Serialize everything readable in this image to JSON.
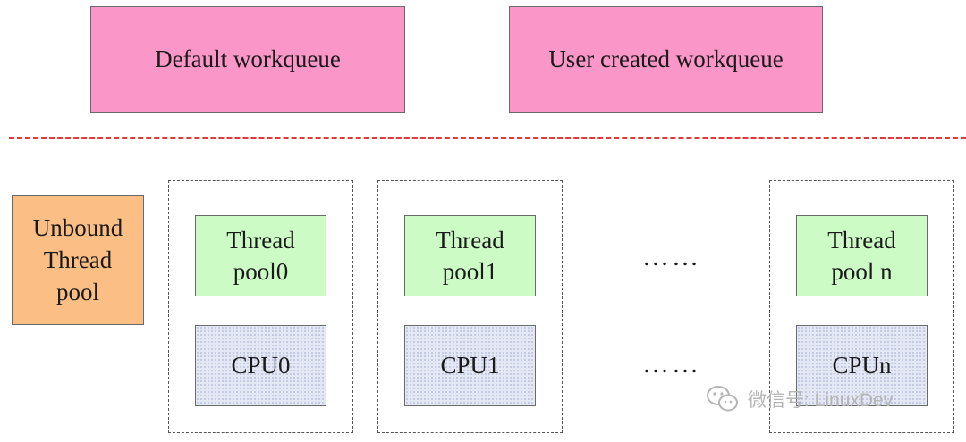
{
  "workqueues": {
    "default_label": "Default workqueue",
    "user_label": "User created workqueue"
  },
  "unbound_pool": {
    "label": "Unbound\nThread\npool"
  },
  "groups": [
    {
      "pool_label": "Thread\npool0",
      "cpu_label": "CPU0"
    },
    {
      "pool_label": "Thread\npool1",
      "cpu_label": "CPU1"
    },
    {
      "pool_label": "Thread\npool n",
      "cpu_label": "CPUn"
    }
  ],
  "ellipsis": {
    "pool_row": "……",
    "cpu_row": "……"
  },
  "watermark": {
    "text": "微信号: LinuxDev",
    "icon": "wechat-icon"
  }
}
